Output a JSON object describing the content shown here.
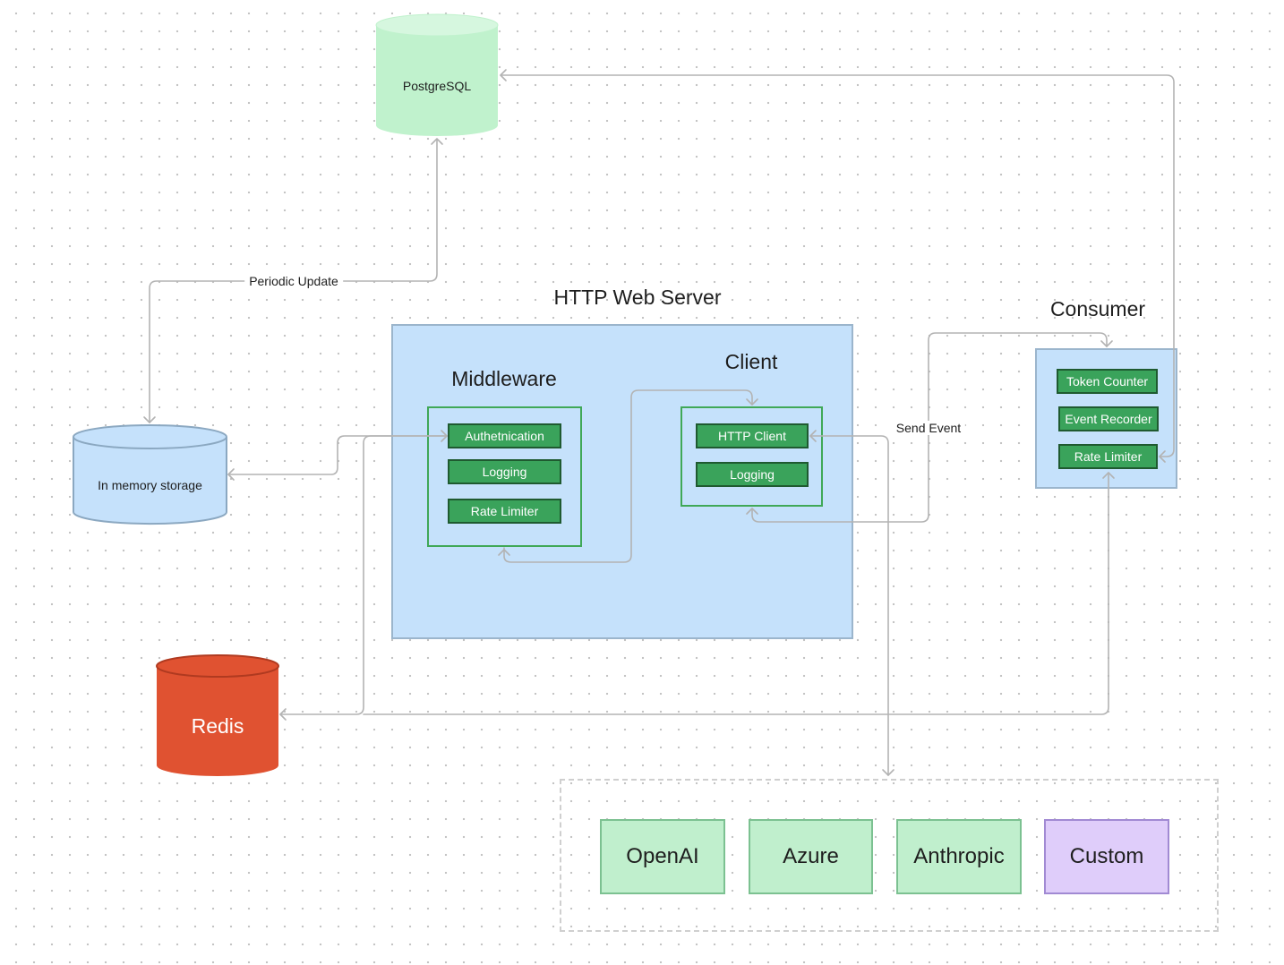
{
  "diagram": {
    "web_server": {
      "title": "HTTP Web Server",
      "middleware": {
        "title": "Middleware",
        "items": [
          "Authetnication",
          "Logging",
          "Rate Limiter"
        ]
      },
      "client": {
        "title": "Client",
        "items": [
          "HTTP Client",
          "Logging"
        ]
      }
    },
    "consumer": {
      "title": "Consumer",
      "items": [
        "Token Counter",
        "Event Recorder",
        "Rate Limiter"
      ]
    },
    "stores": {
      "postgres": "PostgreSQL",
      "memory": "In memory storage",
      "redis": "Redis"
    },
    "providers": [
      "OpenAI",
      "Azure",
      "Anthropic",
      "Custom"
    ],
    "edges": {
      "periodic_update": "Periodic Update",
      "send_event": "Send Event"
    },
    "colors": {
      "connector": "#b3b3b3",
      "panel_fill": "#c5e1fb",
      "chip_fill": "#3aa35b",
      "postgres_fill": "#c0f2cd",
      "memory_fill": "#c5e1fb",
      "redis_fill": "#e05231",
      "provider_fill": "#c0efcd",
      "custom_fill": "#dfcdfa"
    }
  }
}
